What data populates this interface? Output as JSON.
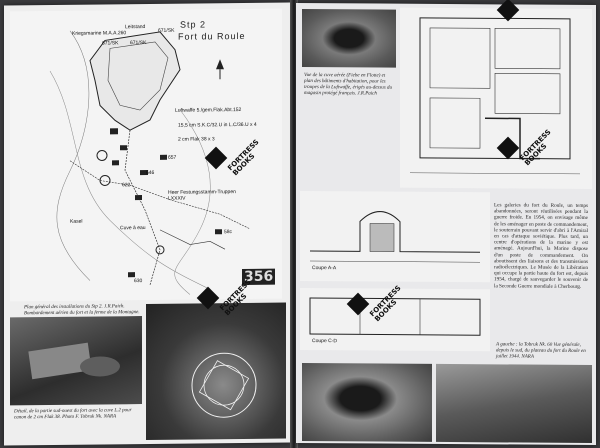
{
  "left_page": {
    "map_title_line1": "Stp 2",
    "map_title_line2": "Fort du Roule",
    "page_number": "356",
    "labels": [
      "Kriegsmarine M.A.A.260",
      "Leitstand",
      "671/SK",
      "671/SK",
      "671/SK",
      "Luftwaffe 5./gem.Flak.Abt.152",
      "15,5 cm S.K.C/32.U in L.C/36.U x 4",
      "2 cm Flak 38 x 3",
      "Heer Festungsstamm-Truppen LXXXIV",
      "Kasel",
      "Cuve à eau",
      "630",
      "622",
      "657",
      "646",
      "58c"
    ],
    "caption_top": "Plan général des installations du Stp 2. J.R.Paich. Bombardement aérien du fort et la ferme de la Montagne.",
    "caption_bottom": "Détail, de la partie sud-ouest du fort avec la cuve L.2 pour canon de 2 cm Flak 38. Photo F. Tobruk Nk. NARA"
  },
  "right_page": {
    "caption_photo_top": "Vue de la cuve aérée (Fiebe en Flotte) et plan des bâtiments d'habitation, pour les troupes de la Luftwaffe, érigés au-dessus du magasin protégé français. J.R.Paich",
    "plan_label_1": "Coupe A-A",
    "plan_label_2": "Coupe C-D",
    "body_text": "Les galeries du fort du Roule, un temps abandonnées, seront réutilisées pendant la guerre froide. En 1954, on envisage même de les aménager en poste de commandement, le souterrain pouvant servir d'abri à l'Amiral en cas d'attaque soviétique. Plus tard, un centre d'opérations de la marine y est aménagé. Aujourd'hui, la Marine dispose d'un poste de commandement. On aboutissent des liaisons et des transmissions radioélectriques. Le Musée de la Libération qui occupe la partie haute du fort est, depuis 1954, chargé de sauvegarder le souvenir de la Seconde Guerre mondiale à Cherbourg.",
    "caption_photo_bottom": "A gauche : la Tobruk Nk. 60 Vue générale, depuis le sud, du plateau du fort du Roule en juillet 1944. NARA"
  },
  "watermark": {
    "line1": "FORTRESS",
    "line2": "BOOKS"
  },
  "icons": {
    "logo": "fortress-books-logo-icon"
  }
}
